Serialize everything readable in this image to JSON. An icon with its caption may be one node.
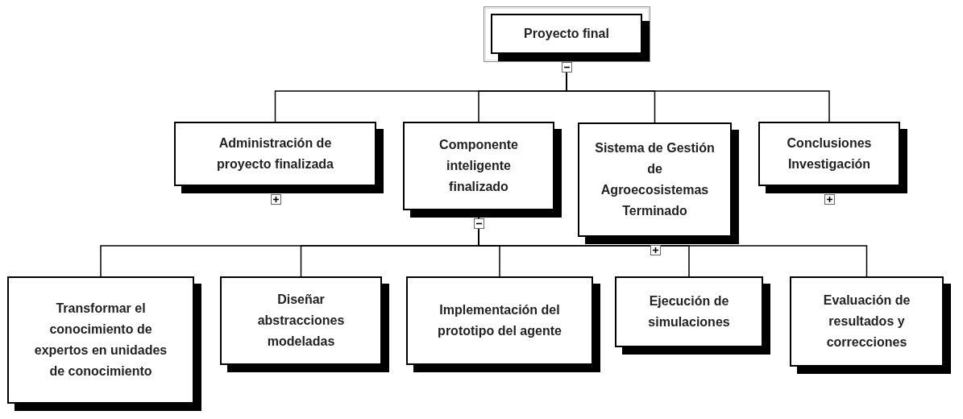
{
  "diagram": {
    "nodes": [
      {
        "text": [
          "Proyecto final"
        ]
      },
      {
        "text": [
          "Administración de proyecto finalizada"
        ]
      },
      {
        "text": [
          "Componente inteligente finalizado"
        ]
      },
      {
        "text": [
          "Sistema de Gestión de Agroecosistemas Terminado"
        ]
      },
      {
        "text": [
          "Conclusiones Investigación"
        ]
      },
      {
        "text": [
          "Transformar el conocimiento de expertos en unidades de conocimiento"
        ]
      },
      {
        "text": [
          "Diseñar abstracciones modeladas"
        ]
      },
      {
        "text": [
          "Implementación del prototipo del agente"
        ]
      },
      {
        "text": [
          "Ejecución de simulaciones"
        ]
      },
      {
        "text": [
          "Evaluación de resultados y correcciones"
        ]
      }
    ],
    "edges": [
      {
        "from": 0,
        "to": 1,
        "arrow": "none"
      },
      {
        "from": 0,
        "to": 2,
        "arrow": "none"
      },
      {
        "from": 0,
        "to": 3,
        "arrow": "none"
      },
      {
        "from": 0,
        "to": 4,
        "arrow": "none"
      },
      {
        "from": 2,
        "to": 5,
        "arrow": "none"
      },
      {
        "from": 2,
        "to": 6,
        "arrow": "none"
      },
      {
        "from": 2,
        "to": 7,
        "arrow": "none"
      },
      {
        "from": 2,
        "to": 8,
        "arrow": "none"
      },
      {
        "from": 2,
        "to": 9,
        "arrow": "none"
      }
    ]
  }
}
